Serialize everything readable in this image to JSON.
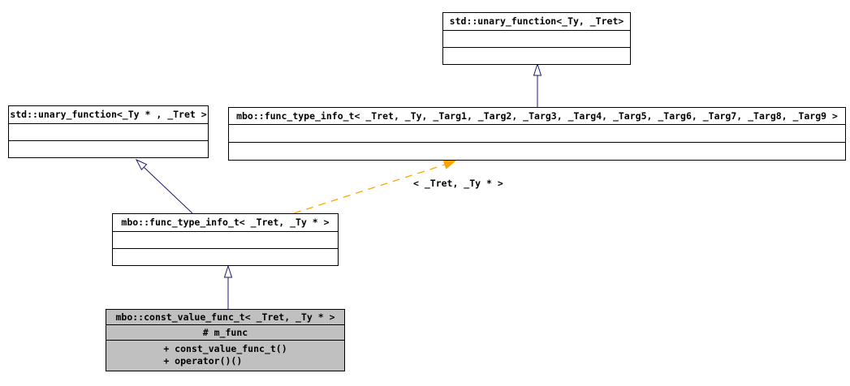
{
  "diagram": {
    "type": "class-inheritance-graph",
    "colors": {
      "background": "#ffffff",
      "node_border": "#000000",
      "node_fill": "#ffffff",
      "focus_node_fill": "#c0c0c0",
      "text": "#000000",
      "inheritance_arrow": "#191970",
      "template_arrow": "#ffa500"
    },
    "nodes": [
      {
        "id": "std-unary-function",
        "title": "std::unary_function<_Ty, _Tret>"
      },
      {
        "id": "std-unary-function-ptr",
        "title": "std::unary_function<_Ty * , _Tret >"
      },
      {
        "id": "mbo-func-type-info-t-full",
        "title": "mbo::func_type_info_t< _Tret, _Ty, _Targ1, _Targ2, _Targ3, _Targ4, _Targ5, _Targ6, _Targ7, _Targ8, _Targ9 >"
      },
      {
        "id": "mbo-func-type-info-t-ptr",
        "title": "mbo::func_type_info_t< _Tret, _Ty * >"
      },
      {
        "id": "mbo-const-value-func-t",
        "title": "mbo::const_value_func_t< _Tret, _Ty * >",
        "highlighted": true,
        "attributes": [
          "# m_func"
        ],
        "methods": [
          "+ const_value_func_t()",
          "+ operator()()"
        ]
      }
    ],
    "edges": [
      {
        "from": "mbo-func-type-info-t-full",
        "to": "std-unary-function",
        "type": "public-inheritance",
        "label": ""
      },
      {
        "from": "mbo-func-type-info-t-ptr",
        "to": "std-unary-function-ptr",
        "type": "public-inheritance",
        "label": ""
      },
      {
        "from": "mbo-const-value-func-t",
        "to": "mbo-func-type-info-t-ptr",
        "type": "public-inheritance",
        "label": ""
      },
      {
        "from": "mbo-func-type-info-t-ptr",
        "to": "mbo-func-type-info-t-full",
        "type": "template-instantiation",
        "label": "< _Tret, _Ty * >"
      }
    ]
  }
}
